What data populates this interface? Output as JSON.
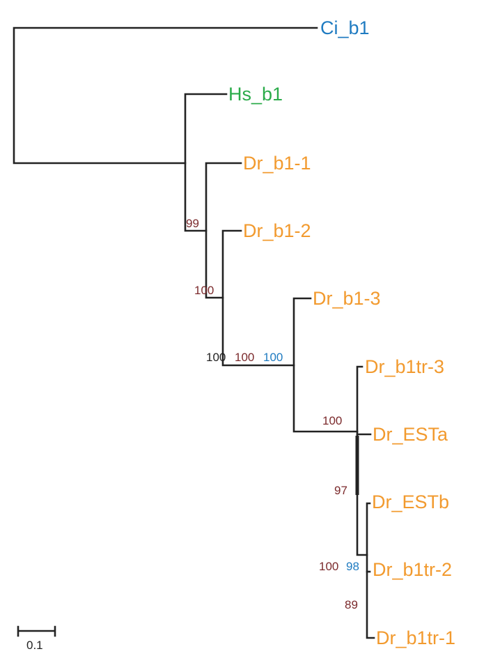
{
  "colors": {
    "blue": "#1f7bc1",
    "green": "#2bab4a",
    "orange": "#f29a2e",
    "darkred": "#7b2a2c",
    "black": "#222222"
  },
  "leaves": [
    {
      "label": "Ci_b1",
      "color": "#1f7bc1"
    },
    {
      "label": "Hs_b1",
      "color": "#2bab4a"
    },
    {
      "label": "Dr_b1-1",
      "color": "#f29a2e"
    },
    {
      "label": "Dr_b1-2",
      "color": "#f29a2e"
    },
    {
      "label": "Dr_b1-3",
      "color": "#f29a2e"
    },
    {
      "label": "Dr_b1tr-3",
      "color": "#f29a2e"
    },
    {
      "label": "Dr_ESTa",
      "color": "#f29a2e"
    },
    {
      "label": "Dr_ESTb",
      "color": "#f29a2e"
    },
    {
      "label": "Dr_b1tr-2",
      "color": "#f29a2e"
    },
    {
      "label": "Dr_b1tr-1",
      "color": "#f29a2e"
    }
  ],
  "bootstrap": {
    "n99": "99",
    "n100a": "100",
    "n100b_black": "100",
    "n100b_red": "100",
    "n100b_blue": "100",
    "n100c": "100",
    "n97": "97",
    "n100d_red": "100",
    "n98_blue": "98",
    "n89": "89"
  },
  "scale_bar": {
    "label": "0.1"
  }
}
